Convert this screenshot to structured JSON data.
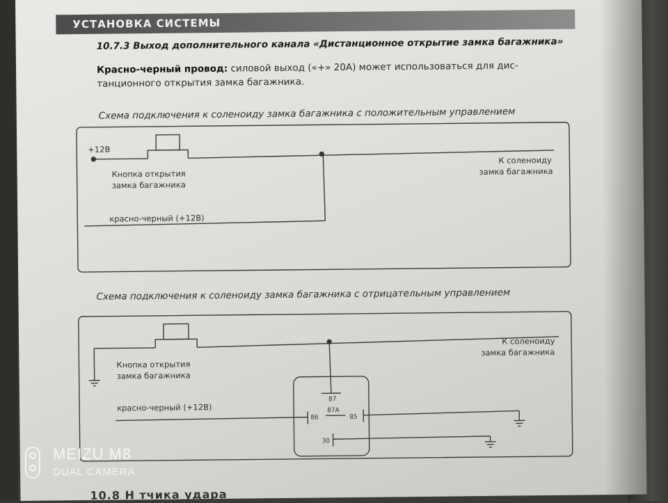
{
  "section_band": "УСТАНОВКА СИСТЕМЫ",
  "heading": "10.7.3 Выход дополнительного канала «Дистанционное открытие замка багажника»",
  "paragraph": {
    "bold": "Красно-черный провод:",
    "line1_rest": " силовой выход («+» 20А) может использоваться для дис-",
    "line2": "танционного открытия замка багажника."
  },
  "diagram_positive": {
    "caption": "Схема подключения к соленоиду замка багажника с положительным управлением",
    "supply_label": "+12В",
    "button_label_1": "Кнопка открытия",
    "button_label_2": "замка багажника",
    "solenoid_label_1": "К соленоиду",
    "solenoid_label_2": "замка багажника",
    "wire_label": "красно-черный (+12В)"
  },
  "diagram_negative": {
    "caption": "Схема подключения к соленоиду замка багажника с отрицательным управлением",
    "button_label_1": "Кнопка открытия",
    "button_label_2": "замка багажника",
    "solenoid_label_1": "К соленоиду",
    "solenoid_label_2": "замка багажника",
    "wire_label": "красно-черный (+12В)",
    "relay_pins": {
      "p87": "87",
      "p87a": "87A",
      "p86": "86",
      "p85": "85",
      "p30": "30"
    }
  },
  "watermark": {
    "brand": "MEIZU M8",
    "sub": "DUAL CAMERA"
  },
  "bottom_cut_text": "10.8 Н                                             тчика удара"
}
